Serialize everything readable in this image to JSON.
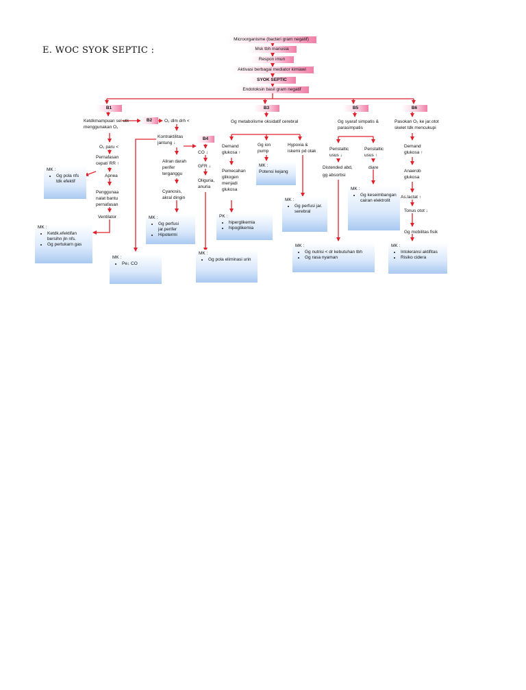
{
  "title": "E. WOC SYOK SEPTIC :",
  "top_chain": [
    "Microorganisme (bacteri gram negatif)",
    "Msk tbh manusia",
    "Respon imun",
    "Aktivasi berbagai mediator kimiawi",
    "SYOK SEPTIC",
    "Endotoksin basil gram negatif"
  ],
  "branches": {
    "b1": "B1",
    "b2": "B2",
    "b3": "B3",
    "b4": "B4",
    "b5": "B5",
    "b6": "B6"
  },
  "b1_nodes": {
    "n1a": "Ketdkmampuan sel utk",
    "n1b": "menggunakan O₂",
    "n2": "O₂ paru <",
    "n3a": "Pernafasan",
    "n3b": "cepat/ RR ↑",
    "n4": "Apnea",
    "n5a": "Penggunaa",
    "n5b": "nalat bantu",
    "n5c": "pernafasan",
    "n6": "Ventilator"
  },
  "b2_nodes": {
    "n1": "O₂ dlm drh <",
    "n2a": "Kontraktilitas",
    "n2b": "jantung ↓",
    "n3a": "Aliran darah",
    "n3b": "perifer",
    "n3c": "terganggu",
    "n4a": "Cyanosis,",
    "n4b": "akral dingin"
  },
  "b4_nodes": {
    "n1": "CO ↓",
    "n2": "GFR ↓",
    "n3a": "Oliguria,",
    "n3b": "anuria"
  },
  "b3_nodes": {
    "n1": "Gg metabolisme oksidatif cerebral",
    "d1a": "Demand",
    "d1b": "glukosa ↑",
    "d2a": "Pemecahan",
    "d2b": "glikogen",
    "d2c": "menjadi",
    "d2d": "glukosa",
    "g1a": "Gg ion",
    "g1b": "pump",
    "h1a": "Hypoxia &",
    "h1b": "iskemi pd otak"
  },
  "b5_nodes": {
    "n1a": "Gg syaraf simpatis &",
    "n1b": "parasimpatis",
    "p1a": "Peristaltic",
    "p1b": "usus ↓",
    "p2a": "Peristaltic",
    "p2b": "usus ↑",
    "d1": "Distended abd,",
    "d2": "gg absorbsi",
    "diare": "diare"
  },
  "b6_nodes": {
    "n1a": "Pasokan O₂ ke jar.otot",
    "n1b": "skelet tdk mencukupi",
    "n2a": "Demand",
    "n2b": "glukosa ↑",
    "n3a": "Anaerob",
    "n3b": "glukosa",
    "n4": "As.lactat ↑",
    "n5": "Tonus otot ↓",
    "n6": "Gg mobilitas fisik"
  },
  "boxes": {
    "mk_pola": {
      "head": "MK :",
      "items": [
        "Gg pola nfs tdk efektif"
      ]
    },
    "mk_jalan": {
      "head": "MK :",
      "items": [
        "Ketdk.efektifan bersihn jln nfs.",
        "Gg pertukarn gas"
      ]
    },
    "mk_co": {
      "head": "MK :",
      "items": [
        "Pe↓ CO"
      ]
    },
    "mk_perifer": {
      "head": "MK :",
      "items": [
        "Gg perfusi jar.perifer",
        "Hipotermi"
      ]
    },
    "mk_eliminasi": {
      "head": "MK :",
      "items": [
        "Gg pola    eliminasi urin"
      ]
    },
    "pk_glikemia": {
      "head": "PK :",
      "items": [
        "hiperglikemia",
        "hipoglikemia"
      ]
    },
    "mk_kejang": {
      "head": "MK :",
      "items": [
        "Potensi  kejang"
      ]
    },
    "mk_serebral": {
      "head": "MK :",
      "items": [
        "Gg perfusi jar. serebral"
      ]
    },
    "mk_elektrolit": {
      "head": "MK :",
      "items": [
        "Gg keseimbangan cairan elektrolit"
      ]
    },
    "mk_nutrisi": {
      "head": "MK :",
      "items": [
        "Gg nutrisi < dr kebutuhan tbh",
        "Gg rasa nyaman"
      ]
    },
    "mk_aktifitas": {
      "head": "MK :",
      "items": [
        "Intoleransi aktifitas",
        "Risiko cidera"
      ]
    }
  },
  "colors": {
    "arrow": "#e0202a",
    "pink": "#ef7fa7",
    "blue": "#a9c9f1"
  }
}
